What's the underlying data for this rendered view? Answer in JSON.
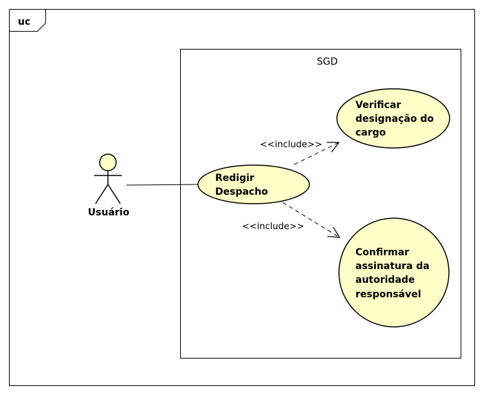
{
  "frame": {
    "label": "uc"
  },
  "system": {
    "name": "SGD"
  },
  "actor": {
    "name": "Usuário"
  },
  "use_cases": {
    "redigir": {
      "lines": [
        "Redigir",
        "Despacho"
      ]
    },
    "verificar": {
      "lines": [
        "Verificar",
        "designação do",
        "cargo"
      ]
    },
    "confirmar": {
      "lines": [
        "Confirmar",
        "assinatura da",
        "autoridade",
        "responsável"
      ]
    }
  },
  "relations": {
    "include_top": "<<include>>",
    "include_bottom": "<<include>>"
  },
  "colors": {
    "usecase_fill": "#ffffc8",
    "stroke": "#000000",
    "background": "#ffffff"
  }
}
